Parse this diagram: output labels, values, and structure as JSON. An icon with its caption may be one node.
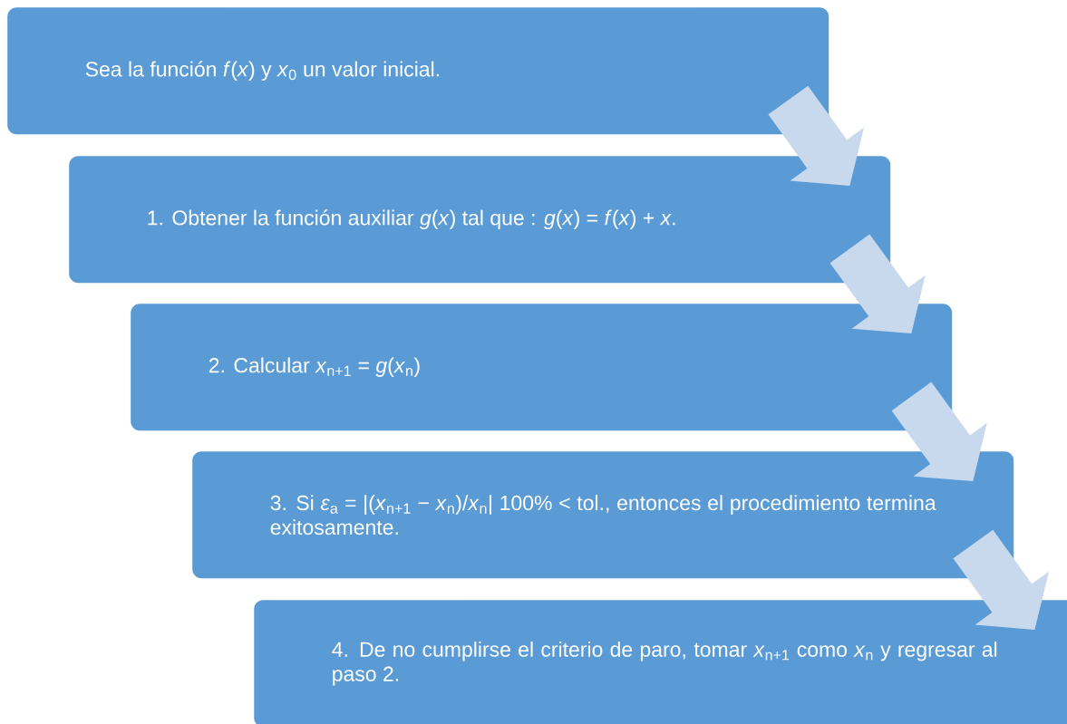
{
  "diagram": {
    "nodes": [
      {
        "text": [
          "Sea la función *f*(*x*) y *x*$_{0}$ un valor inicial."
        ]
      },
      {
        "text": [
          "1. Obtener la función auxiliar *g*(*x*) tal que : *g*(*x*) = *f*(*x*) + *x*."
        ]
      },
      {
        "text": [
          "2. Calcular *x*$_{n+1}$ = *g*(*x*$_{n}$)"
        ]
      },
      {
        "text": [
          "3. Si *ε*$_{a}$ = |(*x*$_{n+1}$ − *x*$_{n}$)/*x*$_{n}$| 100% < tol., entonces el procedimiento termina exitosamente."
        ]
      },
      {
        "text": [
          "4. De no cumplirse el criterio de paro, tomar *x*$_{n+1}$ como *x*$_{n}$ y regresar al paso 2."
        ]
      }
    ],
    "edges": [
      {
        "from": 0,
        "to": 1,
        "arrow": "to"
      },
      {
        "from": 1,
        "to": 2,
        "arrow": "to"
      },
      {
        "from": 2,
        "to": 3,
        "arrow": "to"
      },
      {
        "from": 3,
        "to": 4,
        "arrow": "to"
      }
    ]
  }
}
